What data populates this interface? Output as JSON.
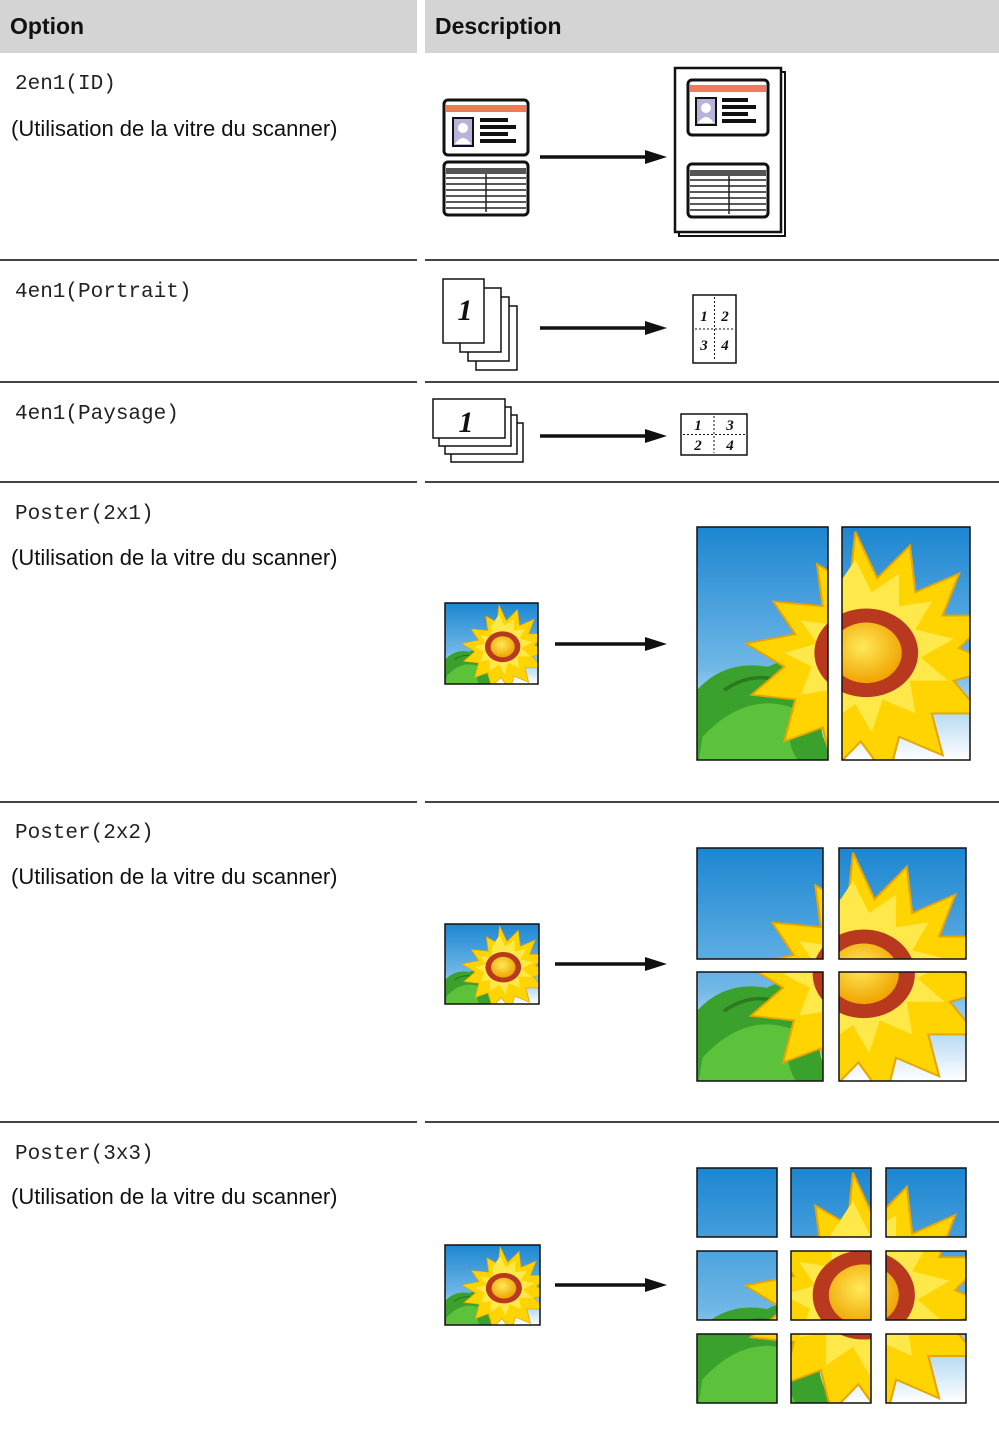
{
  "table": {
    "headers": {
      "option": "Option",
      "description": "Description"
    },
    "rows": [
      {
        "option": "2en1(ID)",
        "note": "(Utilisation de la vitre du scanner)",
        "illustration": "id-card-2in1-icon"
      },
      {
        "option": "4en1(Portrait)",
        "note": "",
        "illustration": "4in1-portrait-icon",
        "page_labels": [
          "1",
          "2",
          "3",
          "4"
        ]
      },
      {
        "option": "4en1(Paysage)",
        "note": "",
        "illustration": "4in1-landscape-icon",
        "page_labels": [
          "1",
          "3",
          "2",
          "4"
        ]
      },
      {
        "option": "Poster(2x1)",
        "note": "(Utilisation de la vitre du scanner)",
        "illustration": "poster-2x1-icon"
      },
      {
        "option": "Poster(2x2)",
        "note": "(Utilisation de la vitre du scanner)",
        "illustration": "poster-2x2-icon"
      },
      {
        "option": "Poster(3x3)",
        "note": "(Utilisation de la vitre du scanner)",
        "illustration": "poster-3x3-icon"
      }
    ],
    "source_page_label": "1"
  },
  "colors": {
    "header_bg": "#d4d4d4",
    "id_card_stripe": "#ef7a57",
    "sky": "#1f8fd6",
    "petal": "#ffdd00",
    "sunflower_ring": "#c0392b",
    "leaf": "#3a9a2a"
  }
}
